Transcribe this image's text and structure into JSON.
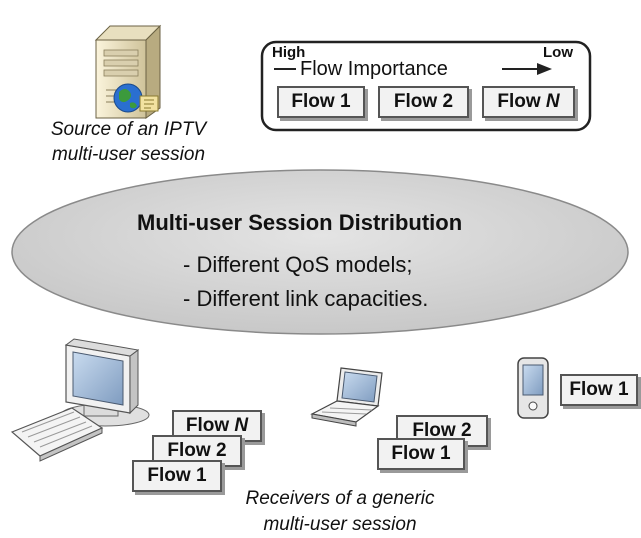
{
  "legend": {
    "high_label": "High",
    "title": "Flow Importance",
    "low_label": "Low",
    "flows": [
      {
        "label": "Flow",
        "suffix": "1"
      },
      {
        "label": "Flow",
        "suffix": "2"
      },
      {
        "label": "Flow",
        "suffix": "N"
      }
    ]
  },
  "source": {
    "icon": "server-with-globe-icon",
    "caption_line1": "Source of an IPTV",
    "caption_line2": "multi-user session"
  },
  "cloud": {
    "title": "Multi-user Session Distribution",
    "bullet1": "- Different QoS models;",
    "bullet2": "- Different link capacities."
  },
  "receivers": {
    "desktop": {
      "icon": "desktop-computer-icon",
      "flows": [
        {
          "label": "Flow",
          "suffix": "N"
        },
        {
          "label": "Flow",
          "suffix": "2"
        },
        {
          "label": "Flow",
          "suffix": "1"
        }
      ]
    },
    "laptop": {
      "icon": "laptop-icon",
      "flows": [
        {
          "label": "Flow",
          "suffix": "2"
        },
        {
          "label": "Flow",
          "suffix": "1"
        }
      ]
    },
    "pda": {
      "icon": "pda-icon",
      "flows": [
        {
          "label": "Flow",
          "suffix": "1"
        }
      ]
    },
    "caption_line1": "Receivers of a generic",
    "caption_line2": "multi-user session"
  },
  "colors": {
    "cloud_fill": "#d4d4d4",
    "box_fill": "#f2f2f2",
    "globe_blue": "#2a6fd0",
    "globe_green": "#3c9a3c"
  }
}
